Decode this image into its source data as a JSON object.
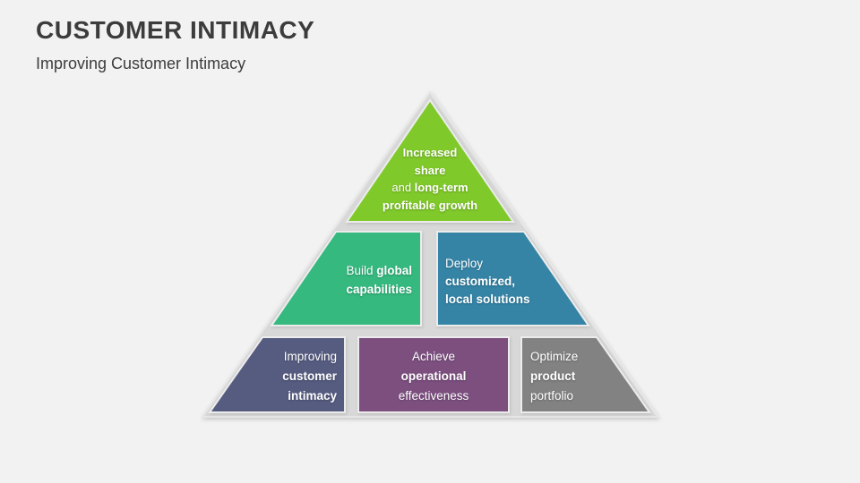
{
  "slide": {
    "title": "CUSTOMER INTIMACY",
    "subtitle": "Improving Customer Intimacy",
    "background_color": "#F2F2F2",
    "title_color": "#3C3C3C"
  },
  "pyramid": {
    "backdrop_color": "#D8D8D8",
    "top": {
      "name": "increased-share-long-term-profitable-growth",
      "color": "#80C92C",
      "lines": [
        [
          {
            "text": "Increased",
            "bold": true
          }
        ],
        [
          {
            "text": "share",
            "bold": true
          }
        ],
        [
          {
            "text": "and ",
            "bold": false
          },
          {
            "text": "long-term",
            "bold": true
          }
        ],
        [
          {
            "text": "profitable growth",
            "bold": true
          }
        ]
      ]
    },
    "mid_left": {
      "name": "build-global-capabilities",
      "color": "#35B97F",
      "lines": [
        [
          {
            "text": "Build ",
            "bold": false
          },
          {
            "text": "global",
            "bold": true
          }
        ],
        [
          {
            "text": "capabilities",
            "bold": true
          }
        ]
      ]
    },
    "mid_right": {
      "name": "deploy-customized-local-solutions",
      "color": "#3484A6",
      "lines": [
        [
          {
            "text": "Deploy",
            "bold": false
          }
        ],
        [
          {
            "text": "customized,",
            "bold": true
          }
        ],
        [
          {
            "text": "local solutions",
            "bold": true
          }
        ]
      ]
    },
    "bottom_left": {
      "name": "improving-customer-intimacy",
      "color": "#575C80",
      "lines": [
        [
          {
            "text": "Improving",
            "bold": false
          }
        ],
        [
          {
            "text": "customer",
            "bold": true
          }
        ],
        [
          {
            "text": "intimacy",
            "bold": true
          }
        ]
      ]
    },
    "bottom_center": {
      "name": "achieve-operational-effectiveness",
      "color": "#7B4F7F",
      "lines": [
        [
          {
            "text": "Achieve",
            "bold": false
          }
        ],
        [
          {
            "text": "operational",
            "bold": true
          }
        ],
        [
          {
            "text": "effectiveness",
            "bold": false
          }
        ]
      ]
    },
    "bottom_right": {
      "name": "optimize-product-portfolio",
      "color": "#828282",
      "lines": [
        [
          {
            "text": "Optimize",
            "bold": false
          }
        ],
        [
          {
            "text": "product",
            "bold": true
          }
        ],
        [
          {
            "text": "portfolio",
            "bold": false
          }
        ]
      ]
    }
  }
}
